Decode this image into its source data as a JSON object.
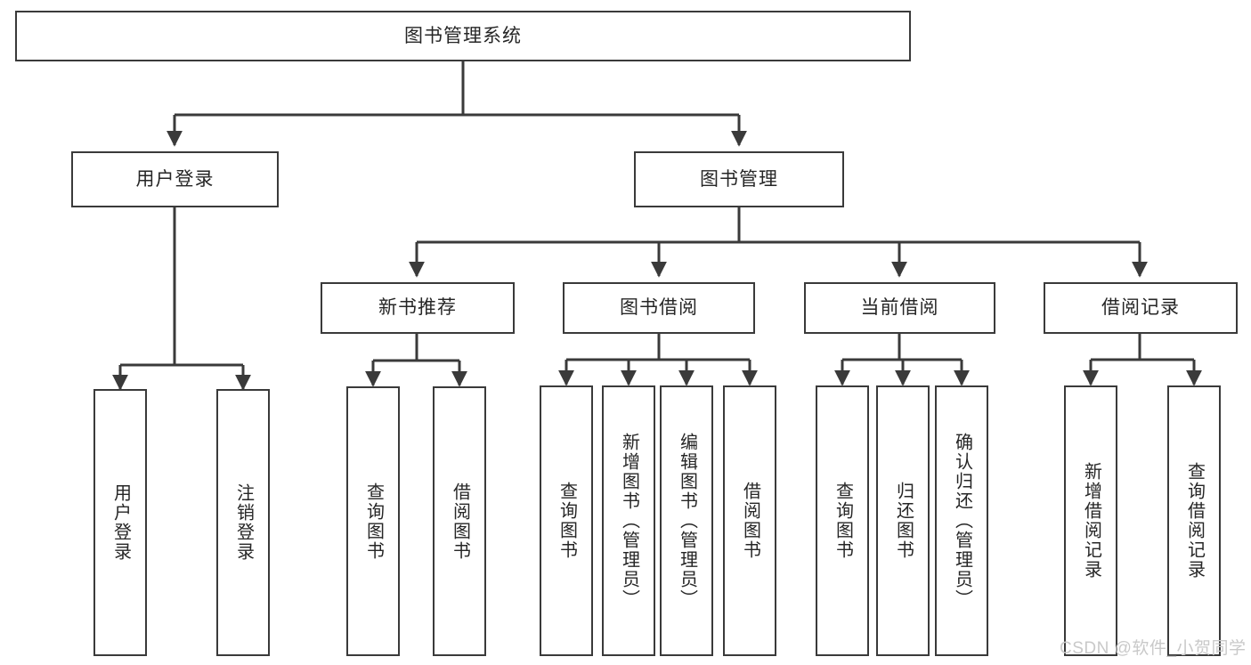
{
  "diagram": {
    "title": "图书管理系统",
    "watermark": "CSDN @软件_小贺同学",
    "colors": {
      "box_border": "#3a3a3a",
      "box_fill": "#ffffff",
      "connector": "#3a3a3a",
      "text": "#262626",
      "watermark": "#c9c9c9",
      "background": "#ffffff"
    },
    "root": {
      "label": "图书管理系统"
    },
    "level2": [
      {
        "label": "用户登录"
      },
      {
        "label": "图书管理"
      }
    ],
    "level3": [
      {
        "label": "新书推荐"
      },
      {
        "label": "图书借阅"
      },
      {
        "label": "当前借阅"
      },
      {
        "label": "借阅记录"
      }
    ],
    "leaves": {
      "user_login": [
        {
          "label": "用户登录"
        },
        {
          "label": "注销登录"
        }
      ],
      "new_book": [
        {
          "label": "查询图书"
        },
        {
          "label": "借阅图书"
        }
      ],
      "book_borrow": [
        {
          "label": "查询图书"
        },
        {
          "label": "新增图书（管理员）"
        },
        {
          "label": "编辑图书（管理员）"
        },
        {
          "label": "借阅图书"
        }
      ],
      "current_borrow": [
        {
          "label": "查询图书"
        },
        {
          "label": "归还图书"
        },
        {
          "label": "确认归还（管理员）"
        }
      ],
      "borrow_record": [
        {
          "label": "新增借阅记录"
        },
        {
          "label": "查询借阅记录"
        }
      ]
    }
  }
}
